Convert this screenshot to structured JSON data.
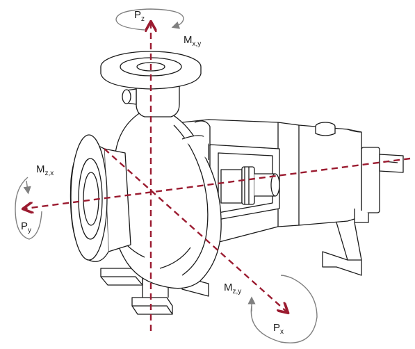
{
  "labels": {
    "pz": {
      "main": "P",
      "sub": "z"
    },
    "mxy": {
      "main": "M",
      "sub": "x,y"
    },
    "mzx": {
      "main": "M",
      "sub": "z,x"
    },
    "py": {
      "main": "P",
      "sub": "y"
    },
    "mzy": {
      "main": "M",
      "sub": "z,y"
    },
    "px": {
      "main": "P",
      "sub": "x"
    }
  },
  "colors": {
    "axis": "#9b1b30",
    "moment_arrow": "#808080",
    "outline": "#1a1a1a"
  }
}
